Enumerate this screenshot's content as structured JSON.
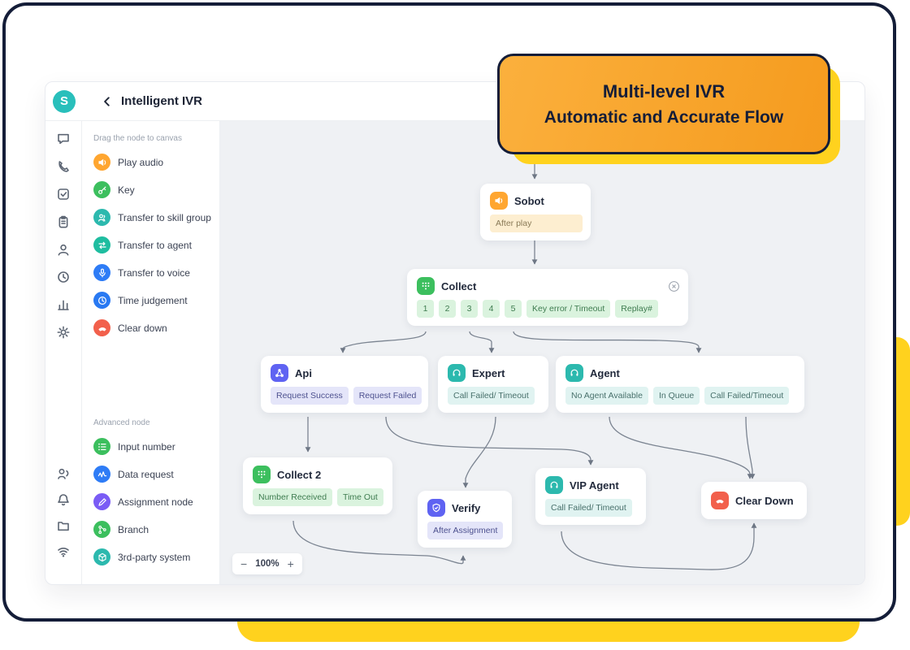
{
  "app": {
    "logo_letter": "S",
    "title": "Intelligent IVR"
  },
  "callout": {
    "line1": "Multi-level IVR",
    "line2": "Automatic and Accurate Flow"
  },
  "sidebar_rail": {
    "top_icons": [
      "chat-icon",
      "phone-icon",
      "checklist-icon",
      "clipboard-icon",
      "support-agent-icon",
      "history-icon",
      "analytics-icon",
      "gear-icon"
    ],
    "bottom_icons": [
      "voice-request-icon",
      "notification-bell-icon",
      "folder-icon",
      "wifi-icon"
    ]
  },
  "palette": {
    "hint": "Drag the node to canvas",
    "items": [
      {
        "label": "Play audio",
        "icon": "speaker-icon",
        "color": "#FFA630"
      },
      {
        "label": "Key",
        "icon": "key-icon",
        "color": "#3CBF5E"
      },
      {
        "label": "Transfer to skill group",
        "icon": "skill-group-icon",
        "color": "#2CB9AE"
      },
      {
        "label": "Transfer to agent",
        "icon": "swap-arrows-icon",
        "color": "#1FBDA0"
      },
      {
        "label": "Transfer to voice",
        "icon": "microphone-icon",
        "color": "#2E7CF6"
      },
      {
        "label": "Time judgement",
        "icon": "clock-icon",
        "color": "#2979F2"
      },
      {
        "label": "Clear down",
        "icon": "phone-down-icon",
        "color": "#F2604C"
      }
    ],
    "advanced_label": "Advanced node",
    "advanced_items": [
      {
        "label": "Input number",
        "icon": "numbered-list-icon",
        "color": "#3CBF5E"
      },
      {
        "label": "Data request",
        "icon": "pulse-icon",
        "color": "#2E7CF6"
      },
      {
        "label": "Assignment node",
        "icon": "pen-icon",
        "color": "#7A5CF5"
      },
      {
        "label": "Branch",
        "icon": "branch-icon",
        "color": "#3CBF5E"
      },
      {
        "label": "3rd-party system",
        "icon": "cube-icon",
        "color": "#2CB9AE"
      }
    ]
  },
  "flow": {
    "nodes": [
      {
        "title": "Sobot",
        "icon": "speaker-icon",
        "tags": [
          "After play"
        ]
      },
      {
        "title": "Collect",
        "icon": "keypad-icon",
        "tags": [
          "1",
          "2",
          "3",
          "4",
          "5",
          "Key error / Timeout",
          "Replay#"
        ]
      },
      {
        "title": "Api",
        "icon": "network-icon",
        "tags": [
          "Request Success",
          "Request Failed"
        ]
      },
      {
        "title": "Expert",
        "icon": "headset-icon",
        "tags": [
          "Call Failed/ Timeout"
        ]
      },
      {
        "title": "Agent",
        "icon": "headset-icon",
        "tags": [
          "No Agent Available",
          "In Queue",
          "Call Failed/Timeout"
        ]
      },
      {
        "title": "Collect 2",
        "icon": "keypad-icon",
        "tags": [
          "Number Received",
          "Time Out"
        ]
      },
      {
        "title": "Verify",
        "icon": "shield-check-icon",
        "tags": [
          "After Assignment"
        ]
      },
      {
        "title": "VIP Agent",
        "icon": "headset-icon",
        "tags": [
          "Call Failed/ Timeout"
        ]
      },
      {
        "title": "Clear Down",
        "icon": "phone-down-icon",
        "tags": []
      }
    ]
  },
  "zoom": {
    "minus": "−",
    "level": "100%",
    "plus": "+"
  },
  "colors": {
    "accent_yellow": "#FFD21E",
    "callout_orange": "#F9A92C",
    "frame_navy": "#141D38",
    "logo_teal": "#29BFBB",
    "canvas_gray": "#EFF1F4",
    "tag_green_bg": "#DAF3DE",
    "tag_teal_bg": "#E0F3F1",
    "tag_lavender_bg": "#E4E5F9",
    "tag_cream_bg": "#FDEED0"
  }
}
